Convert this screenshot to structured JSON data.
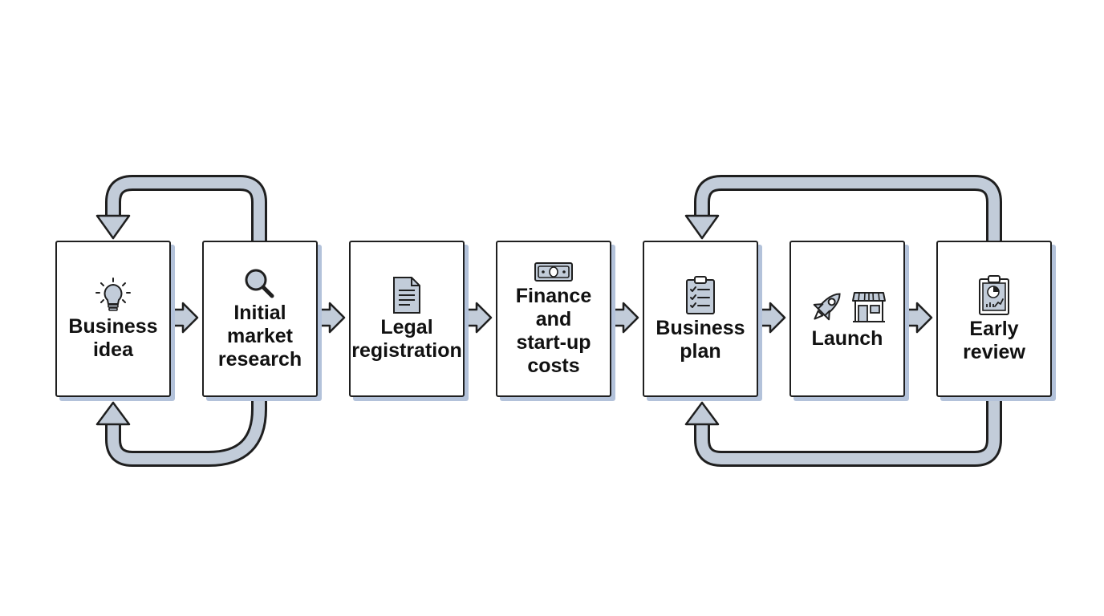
{
  "colors": {
    "arrow_fill": "#c2ccd9",
    "outline": "#1f1f1f",
    "shadow": "#b3c2da",
    "icon_fill": "#c2ccd9"
  },
  "steps": [
    {
      "label": "Business\nidea",
      "icon": "lightbulb-icon"
    },
    {
      "label": "Initial\nmarket\nresearch",
      "icon": "magnifying-glass-icon"
    },
    {
      "label": "Legal\nregistration",
      "icon": "document-icon"
    },
    {
      "label": "Finance\nand\nstart-up\ncosts",
      "icon": "banknote-icon"
    },
    {
      "label": "Business\nplan",
      "icon": "clipboard-checklist-icon"
    },
    {
      "label": "Launch",
      "icon": "rocket-icon, storefront-icon"
    },
    {
      "label": "Early\nreview",
      "icon": "clipboard-chart-icon"
    }
  ],
  "connections": [
    {
      "from": "Business\nidea",
      "to": "Initial\nmarket\nresearch",
      "type": "forward"
    },
    {
      "from": "Initial\nmarket\nresearch",
      "to": "Legal\nregistration",
      "type": "forward"
    },
    {
      "from": "Legal\nregistration",
      "to": "Finance\nand\nstart-up\ncosts",
      "type": "forward"
    },
    {
      "from": "Finance\nand\nstart-up\ncosts",
      "to": "Business\nplan",
      "type": "forward"
    },
    {
      "from": "Business\nplan",
      "to": "Launch",
      "type": "forward"
    },
    {
      "from": "Launch",
      "to": "Early\nreview",
      "type": "forward"
    },
    {
      "from": "Initial\nmarket\nresearch",
      "to": "Business\nidea",
      "type": "loop-top"
    },
    {
      "from": "Initial\nmarket\nresearch",
      "to": "Business\nidea",
      "type": "loop-bottom"
    },
    {
      "from": "Early\nreview",
      "to": "Business\nplan",
      "type": "loop-top"
    },
    {
      "from": "Early\nreview",
      "to": "Business\nplan",
      "type": "loop-bottom"
    }
  ]
}
